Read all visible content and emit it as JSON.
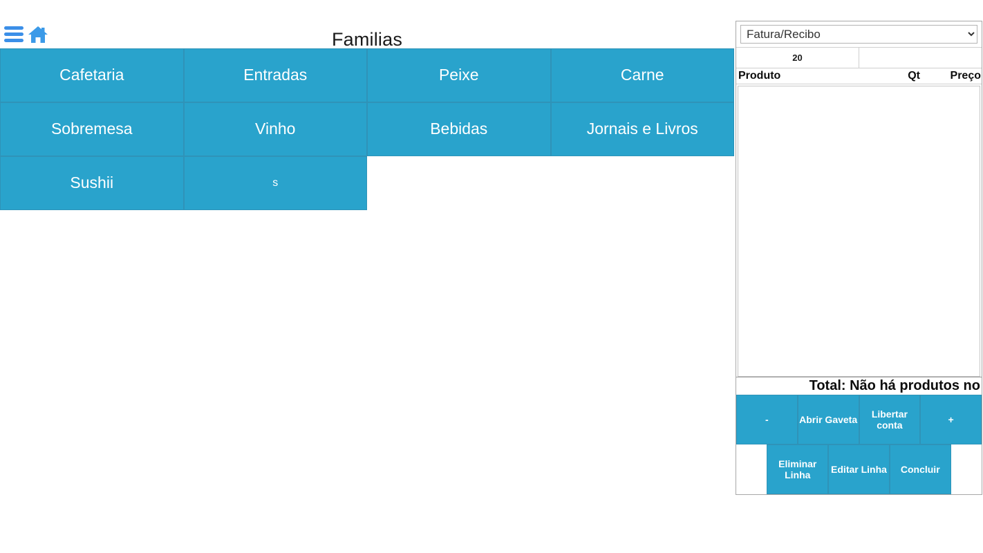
{
  "header": {
    "title": "Familias",
    "menu_icon": "hamburger-menu-icon",
    "home_icon": "home-icon"
  },
  "families": [
    {
      "label": "Cafetaria",
      "size": "normal"
    },
    {
      "label": "Entradas",
      "size": "normal"
    },
    {
      "label": "Peixe",
      "size": "normal"
    },
    {
      "label": "Carne",
      "size": "normal"
    },
    {
      "label": "Sobremesa",
      "size": "normal"
    },
    {
      "label": "Vinho",
      "size": "normal"
    },
    {
      "label": "Bebidas",
      "size": "normal"
    },
    {
      "label": "Jornais e Livros",
      "size": "normal"
    },
    {
      "label": "Sushii",
      "size": "normal"
    },
    {
      "label": "s",
      "size": "small"
    }
  ],
  "order_panel": {
    "document_type": {
      "selected": "Fatura/Recibo",
      "options": [
        "Fatura/Recibo"
      ]
    },
    "meta": {
      "table_number": "20",
      "secondary": ""
    },
    "table_headers": {
      "produto": "Produto",
      "qt": "Qt",
      "preco": "Preço"
    },
    "rows": [],
    "total_text": "Total: Não há produtos no",
    "actions_row1": [
      {
        "label": "-",
        "kind": "button"
      },
      {
        "label": "Abrir Gaveta",
        "kind": "button"
      },
      {
        "label": "Libertar conta",
        "kind": "button"
      },
      {
        "label": "+",
        "kind": "button"
      }
    ],
    "actions_row2": [
      {
        "label": "",
        "kind": "blank"
      },
      {
        "label": "Eliminar Linha",
        "kind": "button"
      },
      {
        "label": "Editar Linha",
        "kind": "button"
      },
      {
        "label": "Concluir",
        "kind": "button"
      },
      {
        "label": "",
        "kind": "blank"
      }
    ]
  },
  "colors": {
    "button_fill": "#29a3cc",
    "button_border": "#2f93b8",
    "icon_blue": "#3b8fe8",
    "background": "#ffffff",
    "text_dark": "#1a1a1a"
  }
}
